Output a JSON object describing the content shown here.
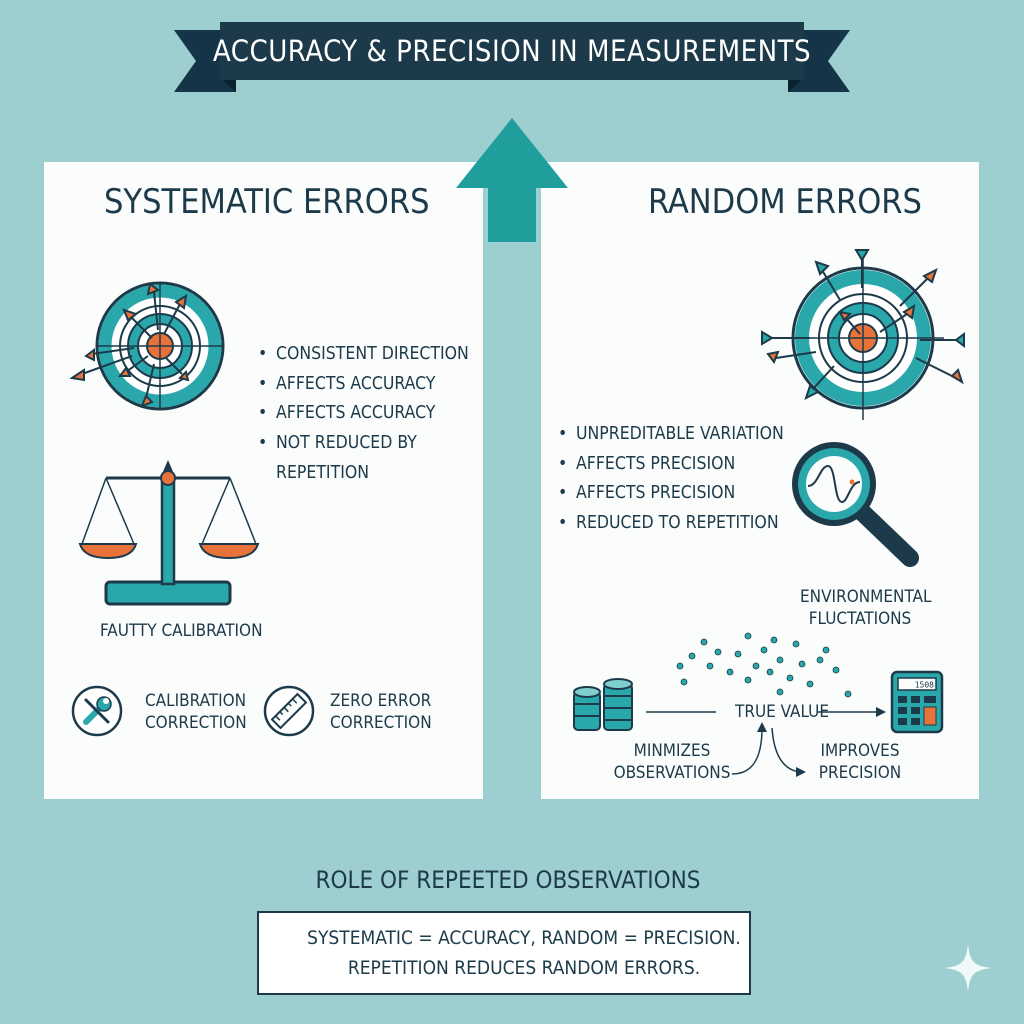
{
  "title": "ACCURACY & PRECISION IN MEASUREMENTS",
  "systematic": {
    "heading": "SYSTEMATIC ERRORS",
    "bullets": [
      "CONSISTENT DIRECTION",
      "AFFECTS ACCURACY",
      "AFFECTS ACCURACY",
      "NOT REDUCED BY REPETITION"
    ],
    "scale_caption": "FAUTTY CALIBRATION",
    "methods": [
      {
        "icon": "wrench-icon",
        "label": "CALIBRATION CORRECTION"
      },
      {
        "icon": "ruler-icon",
        "label": "ZERO ERROR CORRECTION"
      }
    ]
  },
  "random": {
    "heading": "RANDOM ERRORS",
    "bullets": [
      "UNPREDITABLE VARIATION",
      "AFFECTS PRECISION",
      "AFFECTS PRECISION",
      "REDUCED TO REPETITION"
    ],
    "env_label": "ENVIRONMENTAL FLUCTATIONS",
    "true_value_label": "TRUE VALUE",
    "minimizes_label": "MINMIZES OBSERVATIONS",
    "improves_label": "IMPROVES PRECISION",
    "calculator_display": "1508"
  },
  "role": {
    "heading": "ROLE OF REPEETED OBSERVATIONS",
    "summary_line1": "SYSTEMATIC = ACCURACY, RANDOM = PRECISION.",
    "summary_line2": "REPETITION REDUCES RANDOM ERRORS."
  },
  "colors": {
    "background": "#9ecfd0",
    "navy": "#1c3a4a",
    "teal": "#2aa7aa",
    "orange": "#e8733a",
    "panel": "#fbfcfc"
  }
}
